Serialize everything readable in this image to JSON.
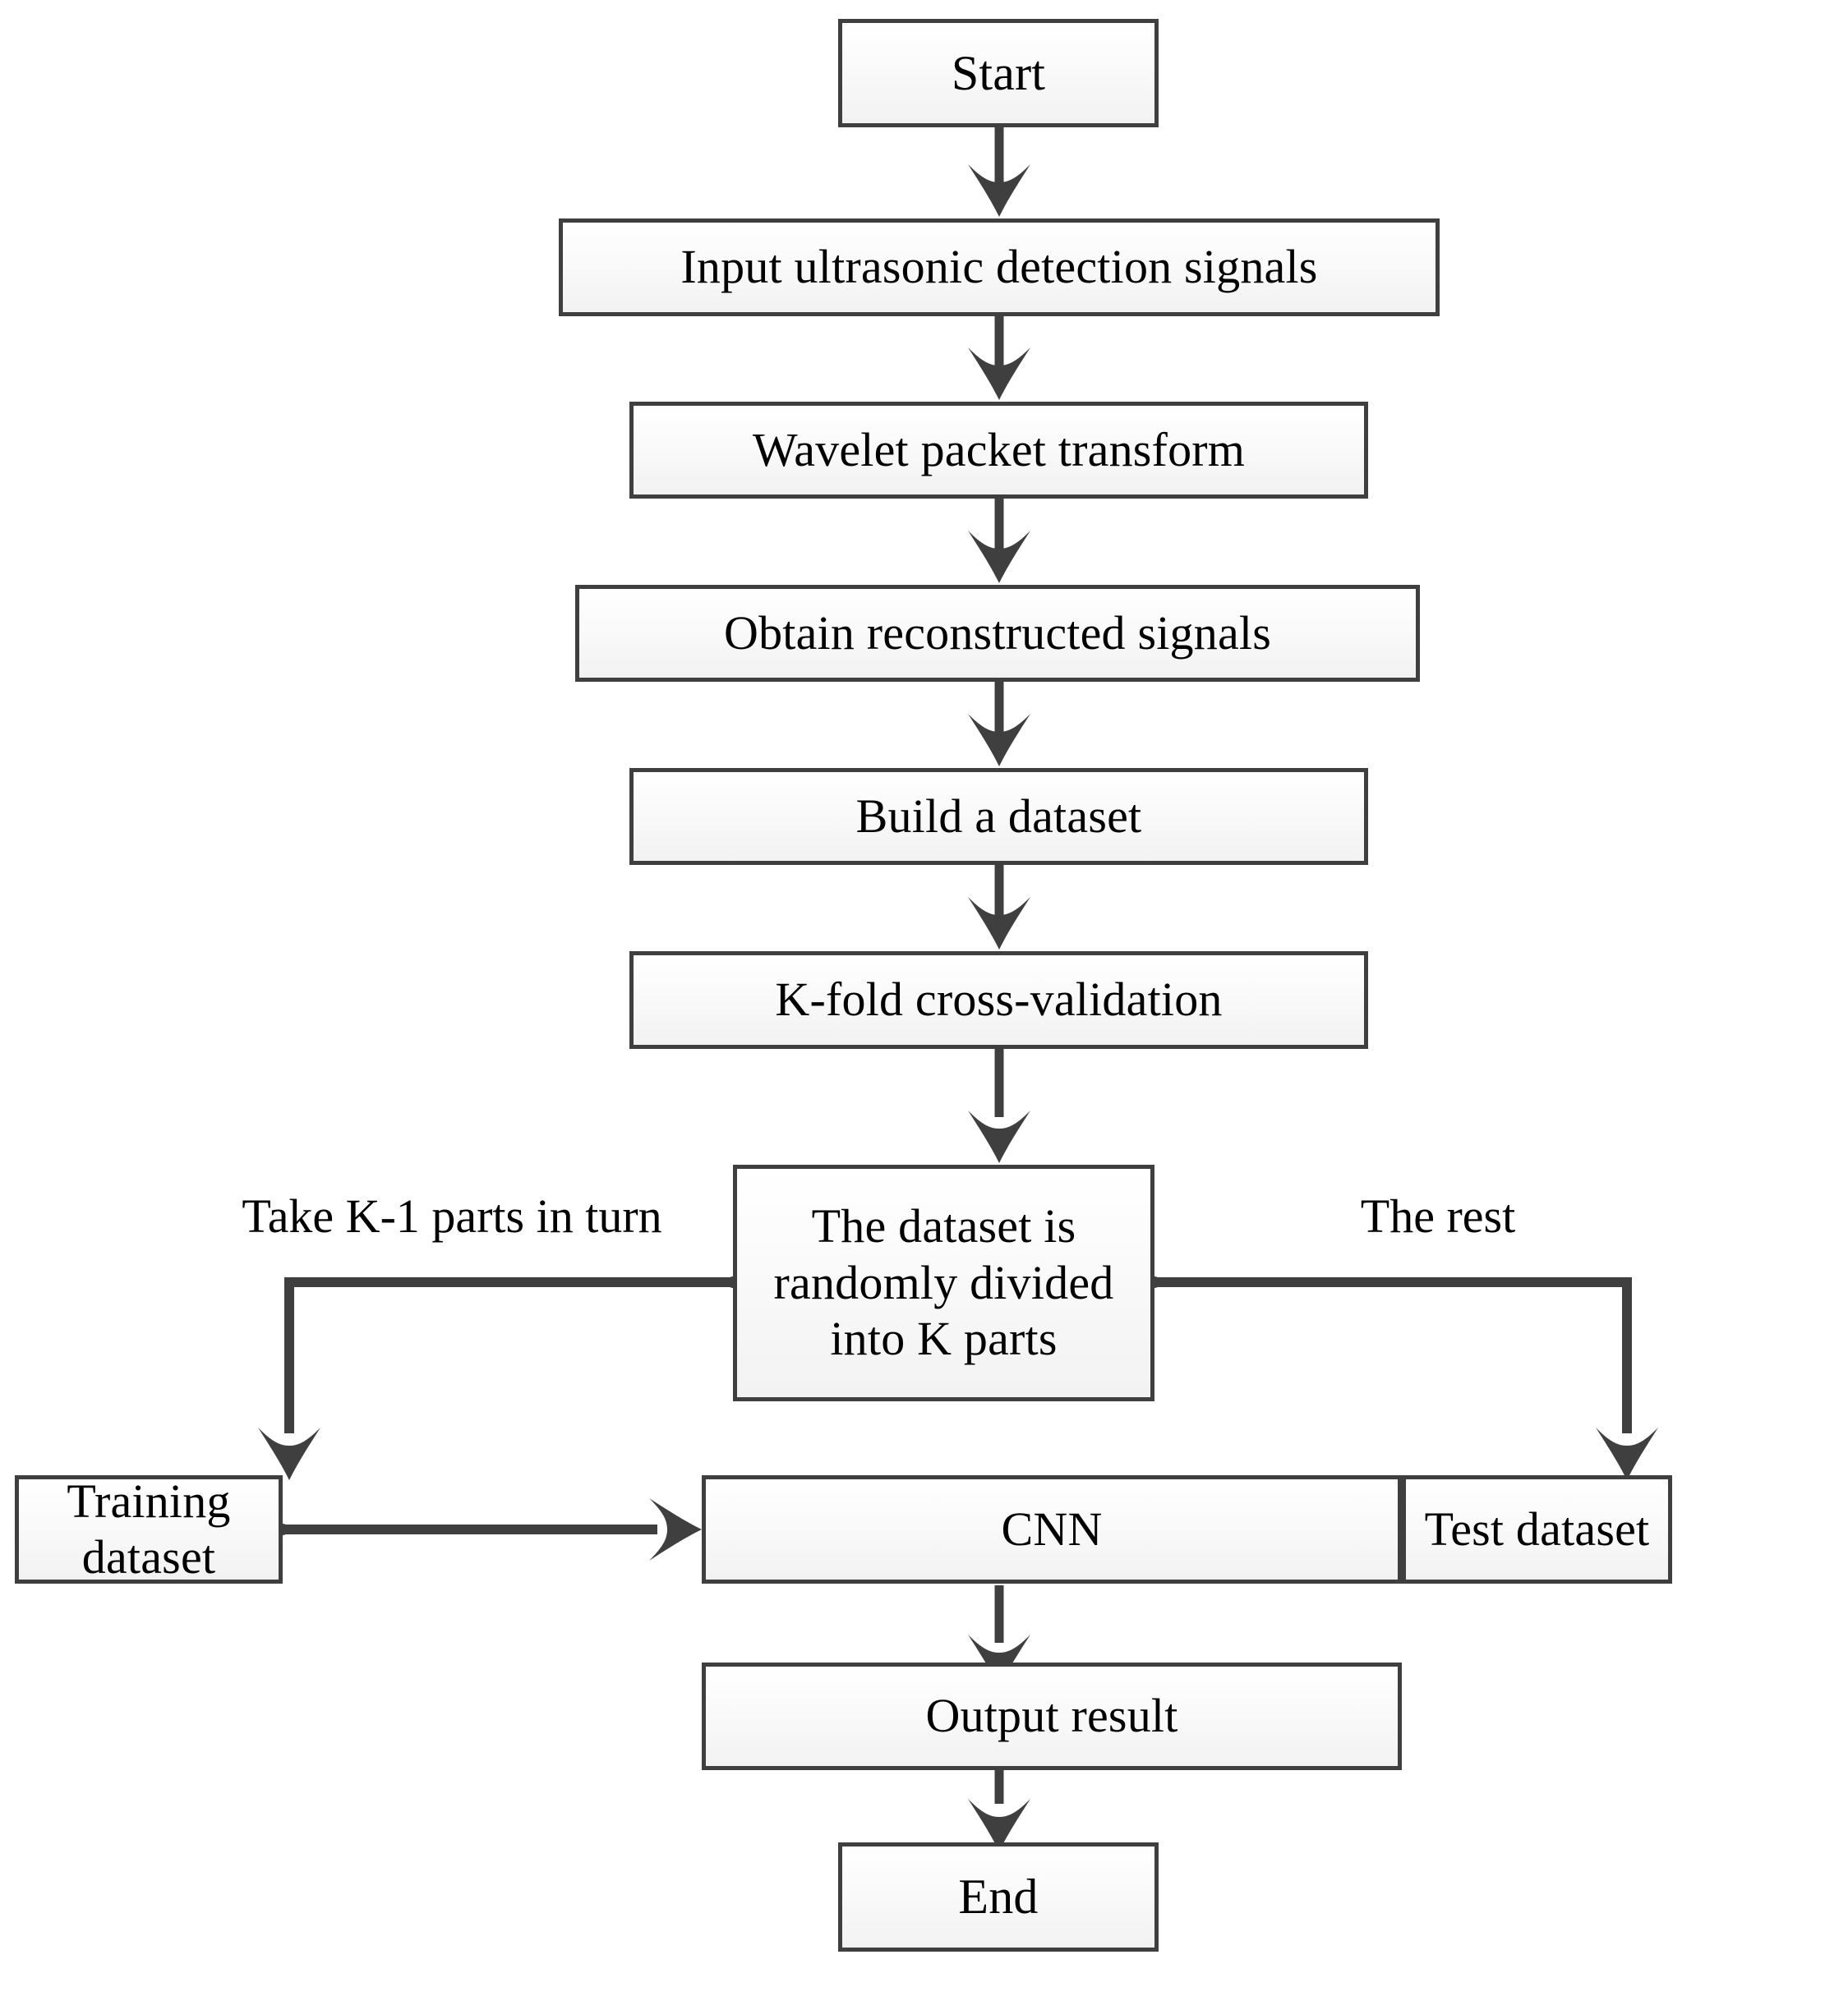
{
  "diagram": {
    "title": "Ultrasonic detection CNN workflow flowchart",
    "colors": {
      "node_border": "#3f3f3f",
      "node_fill_top": "#ffffff",
      "node_fill_bottom": "#f2f2f2",
      "connector": "#3f3f3f",
      "text": "#000000",
      "background": "#ffffff"
    },
    "nodes": [
      {
        "id": "start",
        "label": "Start"
      },
      {
        "id": "input",
        "label": "Input ultrasonic detection signals"
      },
      {
        "id": "wavelet",
        "label": "Wavelet packet transform"
      },
      {
        "id": "obtain",
        "label": "Obtain reconstructed signals"
      },
      {
        "id": "build",
        "label": "Build a dataset"
      },
      {
        "id": "kfold",
        "label": "K-fold cross-validation"
      },
      {
        "id": "split",
        "label": "The dataset is randomly divided into K parts"
      },
      {
        "id": "training",
        "label": "Training dataset"
      },
      {
        "id": "cnn",
        "label": "CNN"
      },
      {
        "id": "test",
        "label": "Test dataset"
      },
      {
        "id": "output",
        "label": "Output result"
      },
      {
        "id": "end",
        "label": "End"
      }
    ],
    "edge_labels": [
      {
        "id": "take-k-1",
        "label": "Take K-1 parts in turn"
      },
      {
        "id": "the-rest",
        "label": "The rest"
      }
    ],
    "edges": [
      {
        "from": "start",
        "to": "input",
        "kind": "vertical-arrow"
      },
      {
        "from": "input",
        "to": "wavelet",
        "kind": "vertical-arrow"
      },
      {
        "from": "wavelet",
        "to": "obtain",
        "kind": "vertical-arrow"
      },
      {
        "from": "obtain",
        "to": "build",
        "kind": "vertical-arrow"
      },
      {
        "from": "build",
        "to": "kfold",
        "kind": "vertical-arrow"
      },
      {
        "from": "kfold",
        "to": "split",
        "kind": "vertical-arrow"
      },
      {
        "from": "split",
        "to": "training",
        "kind": "elbow-left-down-arrow",
        "label": "take-k-1"
      },
      {
        "from": "split",
        "to": "test",
        "kind": "elbow-right-down-arrow",
        "label": "the-rest"
      },
      {
        "from": "training",
        "to": "cnn",
        "kind": "horizontal-arrow-right"
      },
      {
        "from": "test",
        "to": "cnn",
        "kind": "horizontal-arrow-left"
      },
      {
        "from": "cnn",
        "to": "output",
        "kind": "vertical-arrow"
      },
      {
        "from": "output",
        "to": "end",
        "kind": "vertical-arrow"
      }
    ]
  }
}
